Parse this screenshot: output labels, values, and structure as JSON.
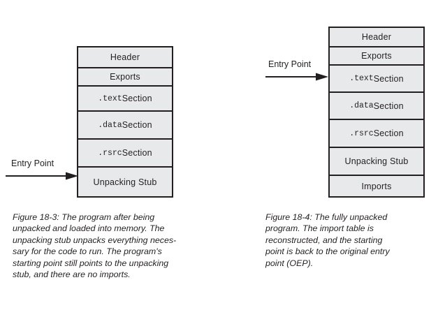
{
  "page": {
    "background": "#ffffff",
    "box_fill": "#e8e9ea",
    "box_border": "#231f20",
    "text_color": "#231f20"
  },
  "figures": [
    {
      "id": "figure-18-3",
      "entry_point": {
        "label": "Entry Point",
        "arrow_icon": "right-arrow-icon",
        "points_to": "Unpacking Stub"
      },
      "layout": {
        "name": "memory-layout-table",
        "rows": [
          {
            "label": "Header",
            "mono_prefix": "",
            "mono": false
          },
          {
            "label": "Exports",
            "mono_prefix": "",
            "mono": false
          },
          {
            "label": ".text Section",
            "mono_prefix": ".text",
            "mono": true,
            "suffix": " Section"
          },
          {
            "label": ".data Section",
            "mono_prefix": ".data",
            "mono": true,
            "suffix": " Section"
          },
          {
            "label": ".rsrc Section",
            "mono_prefix": ".rsrc",
            "mono": true,
            "suffix": " Section"
          },
          {
            "label": "Unpacking Stub",
            "mono_prefix": "",
            "mono": false
          }
        ]
      },
      "caption": {
        "full": "Figure 18-3: The program after being unpacked and loaded into memory. The unpacking stub unpacks everything necessary for the code to run. The program's starting point still points to the unpacking stub, and there are no imports.",
        "lines": [
          "Figure 18-3: The program after being",
          "unpacked and loaded into memory. The",
          "unpacking stub unpacks everything neces-",
          "sary for the code to run. The program's",
          "starting point still points to the unpacking",
          "stub, and there are no imports."
        ]
      }
    },
    {
      "id": "figure-18-4",
      "entry_point": {
        "label": "Entry Point",
        "arrow_icon": "right-arrow-icon",
        "points_to": ".text Section"
      },
      "layout": {
        "name": "memory-layout-table",
        "rows": [
          {
            "label": "Header",
            "mono_prefix": "",
            "mono": false
          },
          {
            "label": "Exports",
            "mono_prefix": "",
            "mono": false
          },
          {
            "label": ".text Section",
            "mono_prefix": ".text",
            "mono": true,
            "suffix": " Section"
          },
          {
            "label": ".data Section",
            "mono_prefix": ".data",
            "mono": true,
            "suffix": " Section"
          },
          {
            "label": ".rsrc Section",
            "mono_prefix": ".rsrc",
            "mono": true,
            "suffix": " Section"
          },
          {
            "label": "Unpacking Stub",
            "mono_prefix": "",
            "mono": false
          },
          {
            "label": "Imports",
            "mono_prefix": "",
            "mono": false
          }
        ]
      },
      "caption": {
        "full": "Figure 18-4: The fully unpacked program. The import table is reconstructed, and the starting point is back to the original entry point (OEP).",
        "lines": [
          "Figure 18-4: The fully unpacked",
          "program. The import table is",
          "reconstructed, and the starting",
          "point is back to the original entry",
          "point (OEP)."
        ]
      }
    }
  ]
}
